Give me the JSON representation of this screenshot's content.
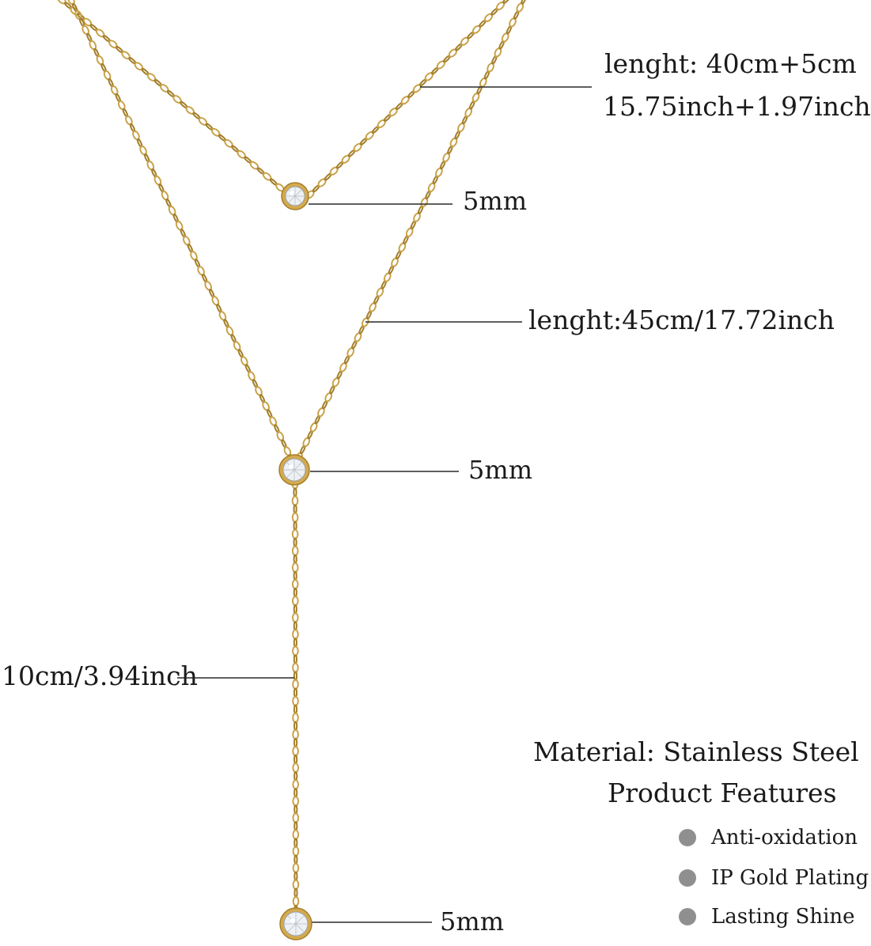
{
  "colors": {
    "chain": "#c9a24a",
    "chain_dark": "#a47f2a",
    "bezel": "#d4aa4e",
    "stone": "#eef1f4",
    "leader": "#2a2a2a",
    "bullet": "#8f8f8f"
  },
  "upper_chain": {
    "length_label": "lenght: 40cm+5cm",
    "length_label_inch": "15.75inch+1.97inch",
    "pendant_size": "5mm"
  },
  "lower_chain": {
    "length_label": "lenght:45cm/17.72inch",
    "pendant_size": "5mm"
  },
  "drop_chain": {
    "length_label": "10cm/3.94inch",
    "pendant_size": "5mm"
  },
  "specs": {
    "material": "Material: Stainless Steel",
    "features_title": "Product Features",
    "features": [
      {
        "label": "Anti-oxidation",
        "icon": "bullet-dot-icon"
      },
      {
        "label": "IP Gold Plating",
        "icon": "bullet-dot-icon"
      },
      {
        "label": "Lasting Shine",
        "icon": "bullet-dot-icon"
      }
    ]
  }
}
